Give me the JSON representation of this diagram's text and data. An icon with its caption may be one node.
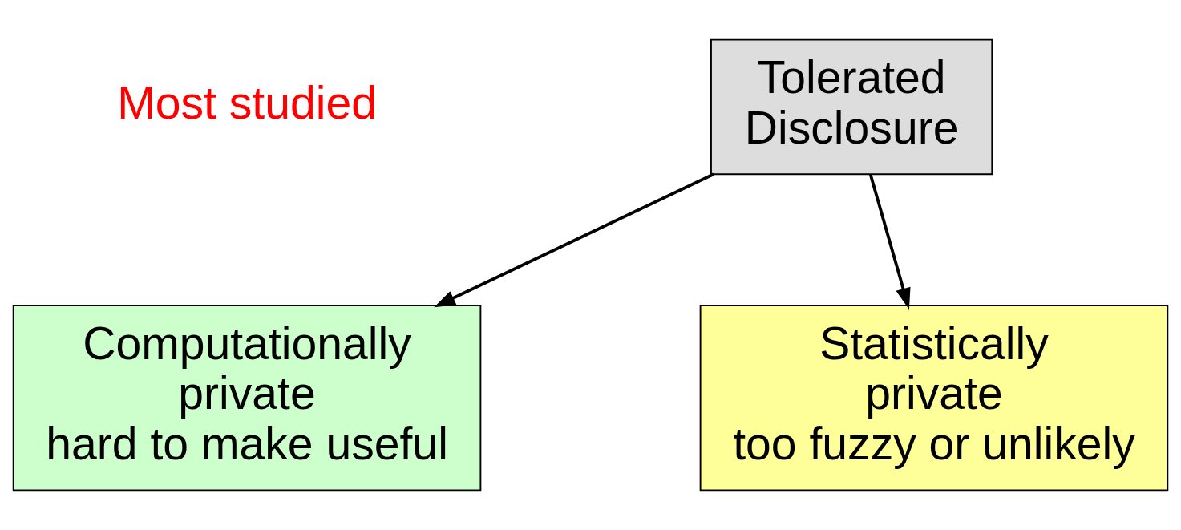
{
  "diagram": {
    "nodes": [
      {
        "text": [
          "Tolerated Disclosure"
        ]
      },
      {
        "text": [
          "Computationally private",
          "hard to make useful"
        ]
      },
      {
        "text": [
          "Statistically private",
          "too fuzzy or unlikely"
        ]
      }
    ],
    "edges": [
      {
        "from": 0,
        "to": 1,
        "arrow": "to"
      },
      {
        "from": 0,
        "to": 2,
        "arrow": "to"
      }
    ],
    "labels": [
      "Most studied"
    ]
  }
}
